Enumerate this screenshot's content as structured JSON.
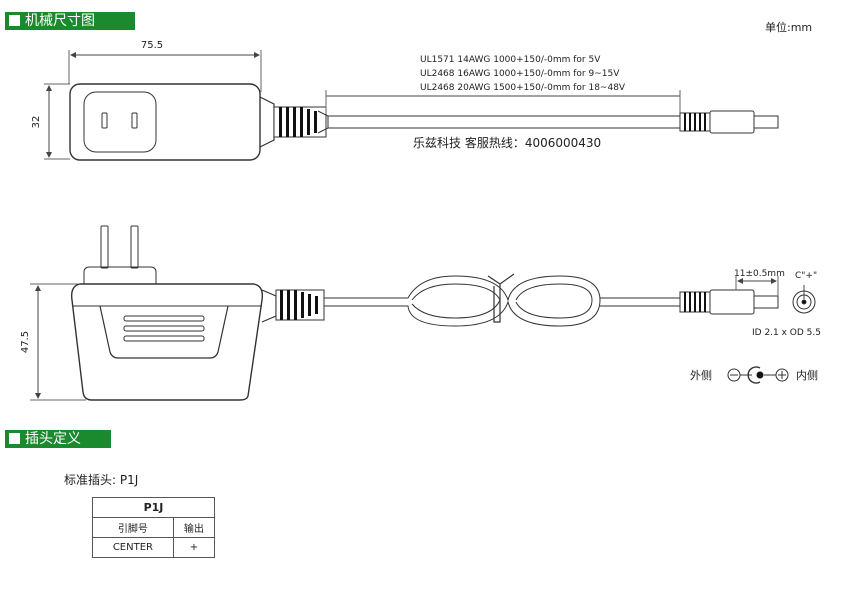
{
  "sections": {
    "mech": "机械尺寸图",
    "plug": "插头定义"
  },
  "unit": "单位:mm",
  "top_view": {
    "width_dim": "75.5",
    "height_dim": "32",
    "cable_specs": [
      "UL1571 14AWG 1000+150/-0mm for 5V",
      "UL2468 16AWG 1000+150/-0mm for 9~15V",
      "UL2468 20AWG 1500+150/-0mm for 18~48V"
    ],
    "hotline": "乐兹科技 客服热线：4006000430"
  },
  "side_view": {
    "height_dim": "47.5",
    "plug_length": "11±0.5mm",
    "center_label": "C\"+\"",
    "id_od": "ID 2.1 x OD 5.5",
    "outer_label": "外侧",
    "inner_label": "内侧"
  },
  "plug_def": {
    "label": "标准插头: P1J",
    "table_title": "P1J",
    "headers": [
      "引脚号",
      "输出"
    ],
    "rows": [
      [
        "CENTER",
        "+"
      ]
    ]
  }
}
